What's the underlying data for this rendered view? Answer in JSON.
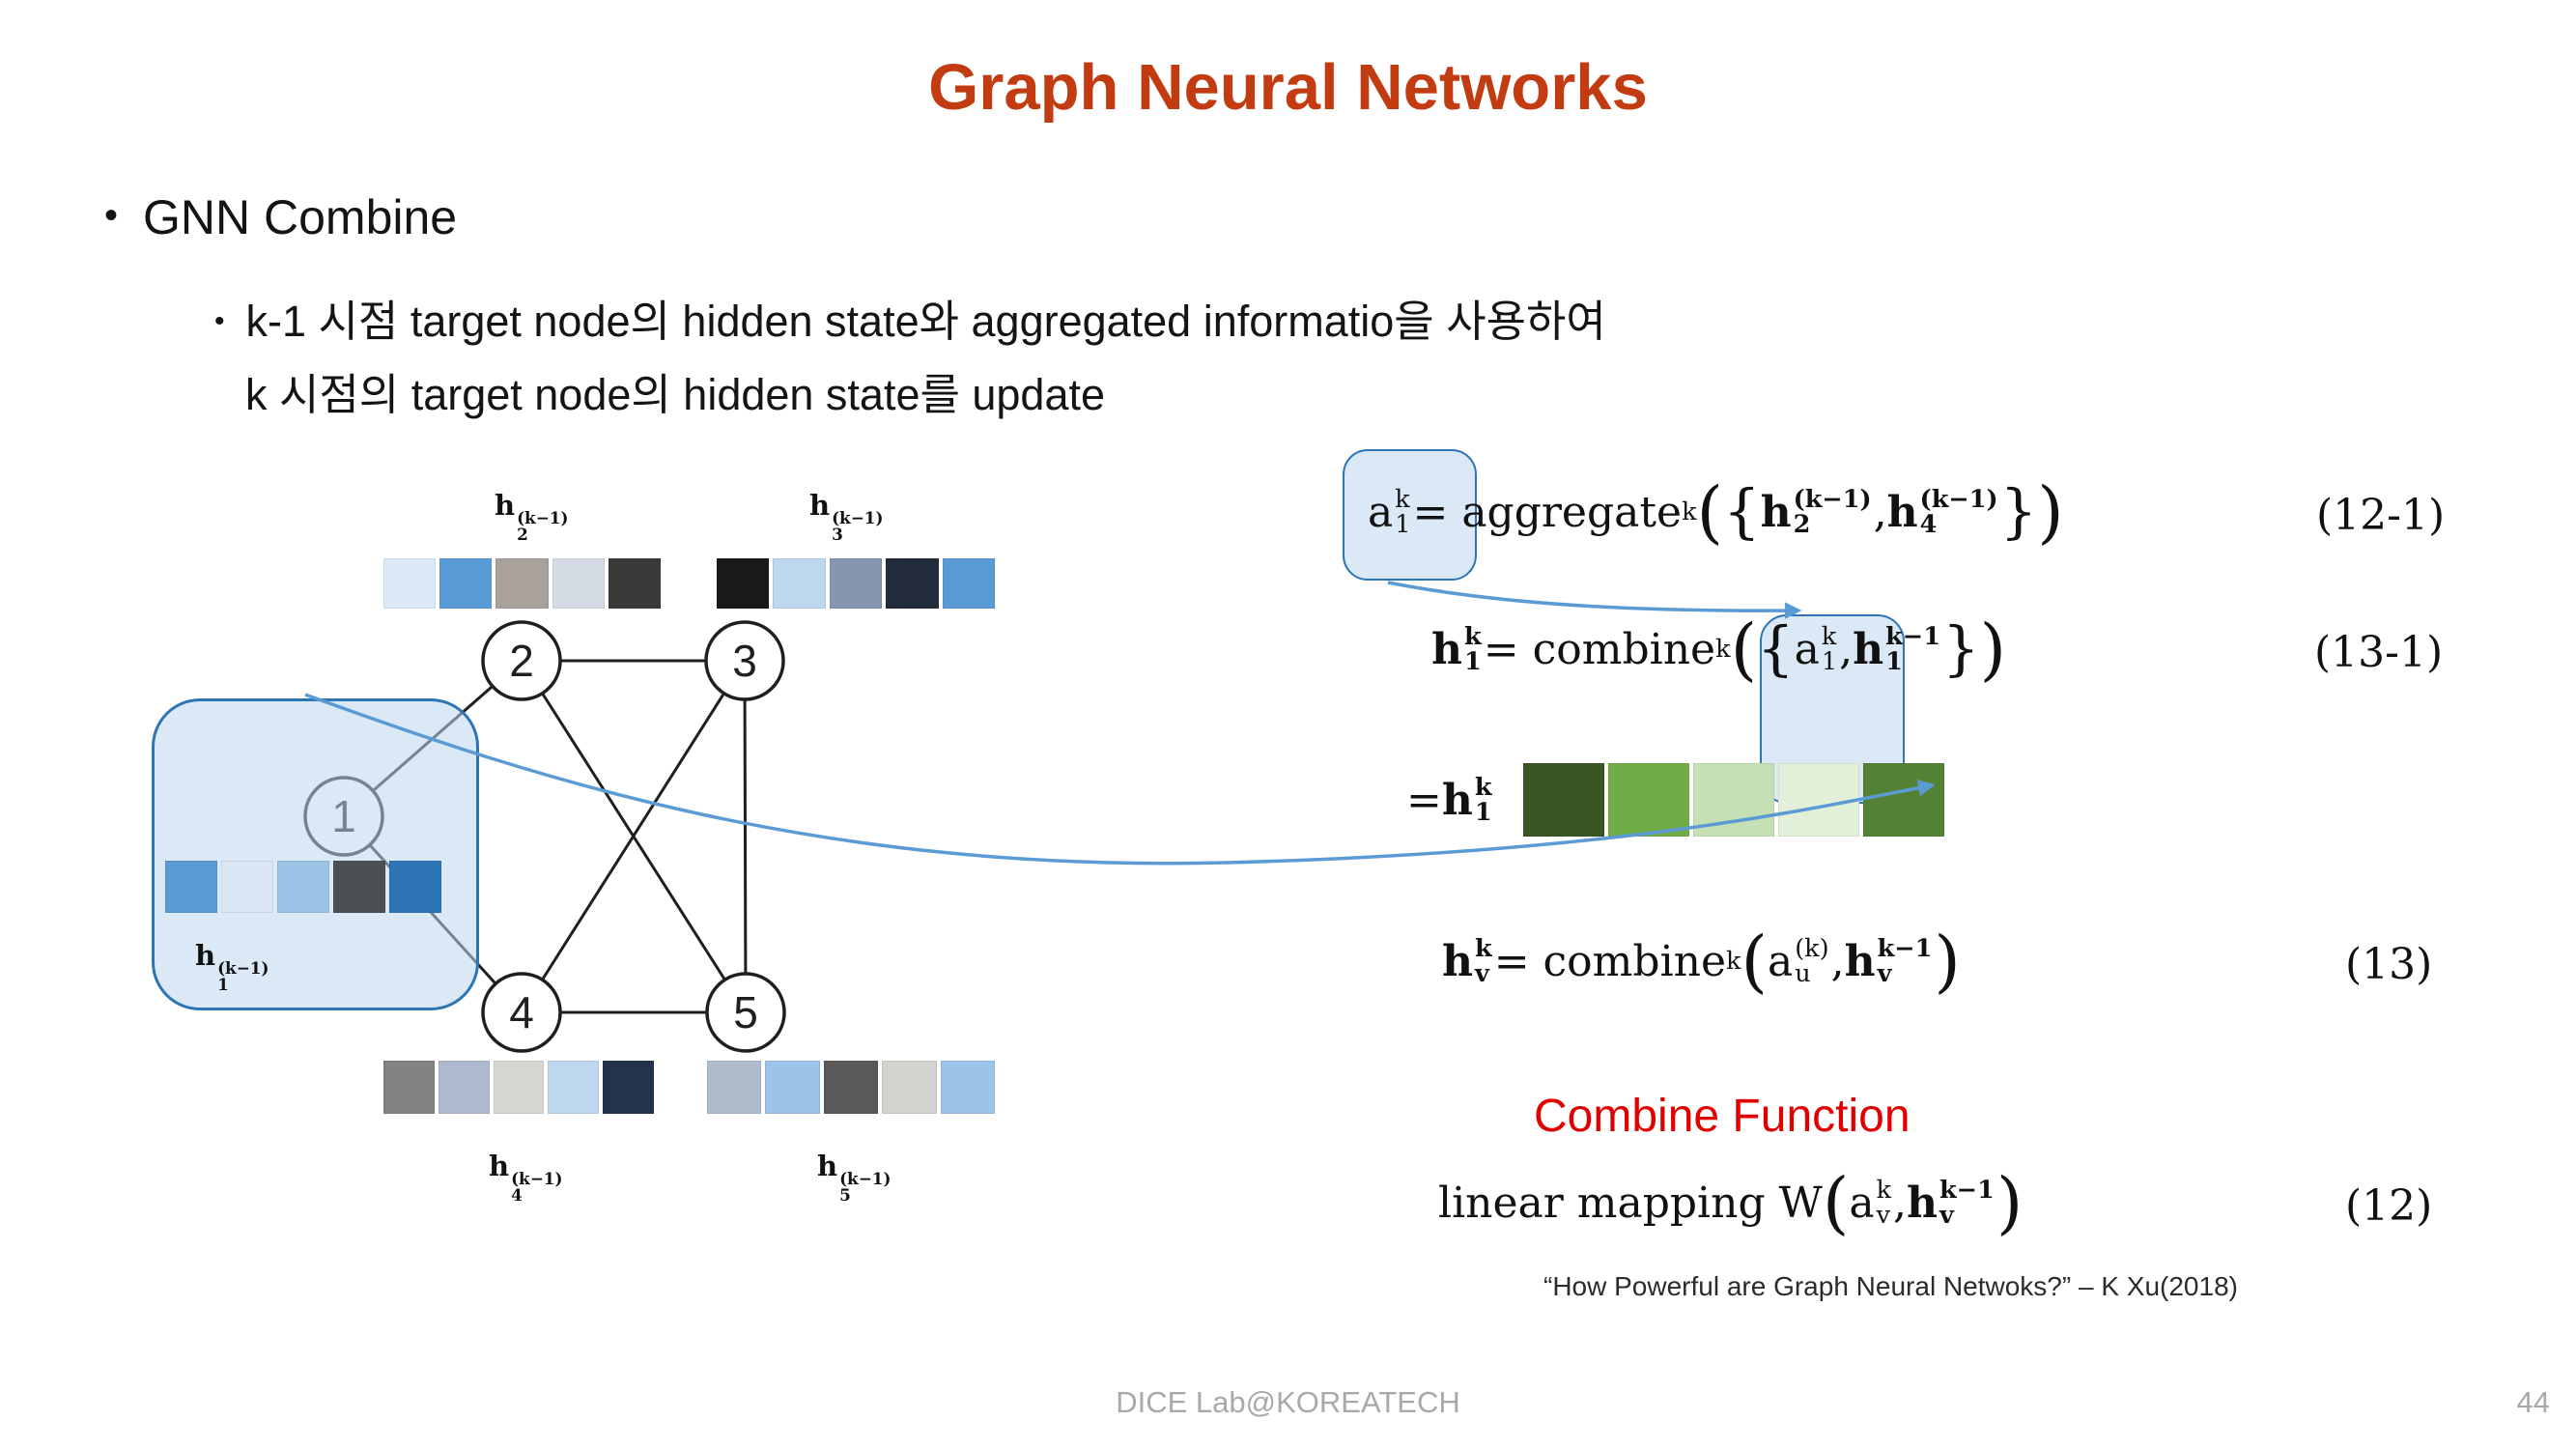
{
  "slide": {
    "title": "Graph Neural Networks",
    "footer_text": "DICE Lab@KOREATECH",
    "page_number": "44",
    "citation": "“How Powerful are Graph Neural Netwoks?” – K Xu(2018)"
  },
  "bullets": {
    "marker": "•",
    "level1": "GNN Combine",
    "line1": "k-1 시점 target node의 hidden state와 aggregated informatio을 사용하여",
    "line2": "k 시점의 target node의 hidden state를 update"
  },
  "equations": {
    "eq12_1": {
      "html": "a<span class='ss'><span>k</span><span>1</span></span> = aggregate<sup>k</sup><span class='bp'>(</span><span class='bc'>{</span><b>h</b><span class='ss'><span><b>(k−1)</b></span><span><b>2</b></span></span>, <b>h</b><span class='ss'><span><b>(k−1)</b></span><span><b>4</b></span></span><span class='bc'>}</span><span class='bp'>)</span>",
      "number": "(12-1)"
    },
    "eq13_1": {
      "html": "<b>h</b><span class='ss'><span><b>k</b></span><span><b>1</b></span></span> = combine<sup>k</sup><span class='bp'>(</span><span class='bc'>{</span>a<span class='ss'><span>k</span><span>1</span></span>, <b>h</b><span class='ss'><span><b>k−1</b></span><span><b>1</b></span></span> <span class='bc'>}</span><span class='bp'>)</span>",
      "number": "(13-1)"
    },
    "h1k_result": {
      "html": "=<b>h</b><span class='ss'><span><b>k</b></span><span><b>1</b></span></span>"
    },
    "eq13": {
      "html": "<b>h</b><span class='ss'><span><b>k</b></span><span><b>v</b></span></span> = combine<sup>k</sup><span class='bp'>(</span>a<span class='ss'><span>(k)</span><span>u</span></span>, <b>h</b><span class='ss'><span><b>k−1</b></span><span><b>v</b></span></span><span class='bp'>)</span>",
      "number": "(13)"
    },
    "combine_function_label": "Combine Function",
    "eq12": {
      "html": "linear mapping W<span class='bp'>(</span>a<span class='ss'><span>k</span><span>v</span></span>, <b>h</b><span class='ss'><span><b>k−1</b></span><span><b>v</b></span></span><span class='bp'>)</span>",
      "number": "(12)"
    }
  },
  "graph": {
    "nodes": [
      {
        "label": "1"
      },
      {
        "label": "2"
      },
      {
        "label": "3"
      },
      {
        "label": "4"
      },
      {
        "label": "5"
      }
    ],
    "vectors": {
      "h2": {
        "label_html": "<b>h</b><span class='ss'><span>(k−1)</span><span>2</span></span>",
        "colors": [
          "#DCE9F6",
          "#5B9BD5",
          "#A9A29B",
          "#D6DCE4",
          "#3B3838"
        ]
      },
      "h3": {
        "label_html": "<b>h</b><span class='ss'><span>(k−1)</span><span>3</span></span>",
        "colors": [
          "#1A1A1A",
          "#BDD7EE",
          "#8496B0",
          "#232C3C",
          "#5B9BD5"
        ]
      },
      "h1": {
        "label_html": "<b>h</b><span class='ss'><span>(k−1)</span><span>1</span></span>",
        "colors": [
          "#5B9BD5",
          "#DAE6F4",
          "#9DC3E6",
          "#4B5055",
          "#2E75B6"
        ]
      },
      "h4": {
        "label_html": "<b>h</b><span class='ss'><span>(k−1)</span><span>4</span></span>",
        "colors": [
          "#828282",
          "#ADBACD",
          "#D6D5D1",
          "#BDD7EE",
          "#24324B"
        ]
      },
      "h5": {
        "label_html": "<b>h</b><span class='ss'><span>(k−1)</span><span>5</span></span>",
        "colors": [
          "#AEBCCE",
          "#9CC3E9",
          "#595959",
          "#D2D2CF",
          "#9CC3E9"
        ]
      },
      "h1k_green": {
        "colors": [
          "#3A5723",
          "#70AD47",
          "#C5E0B4",
          "#E2EFD9",
          "#548235"
        ]
      }
    }
  },
  "colors": {
    "title_red": "#C33B10",
    "accent_red": "#E00000",
    "arrow_blue": "#5B9BD5",
    "box_border_blue": "#2E75B6",
    "box_fill_blue": "rgba(189,215,238,0.55)",
    "footer_gray": "#A9A9A9"
  }
}
